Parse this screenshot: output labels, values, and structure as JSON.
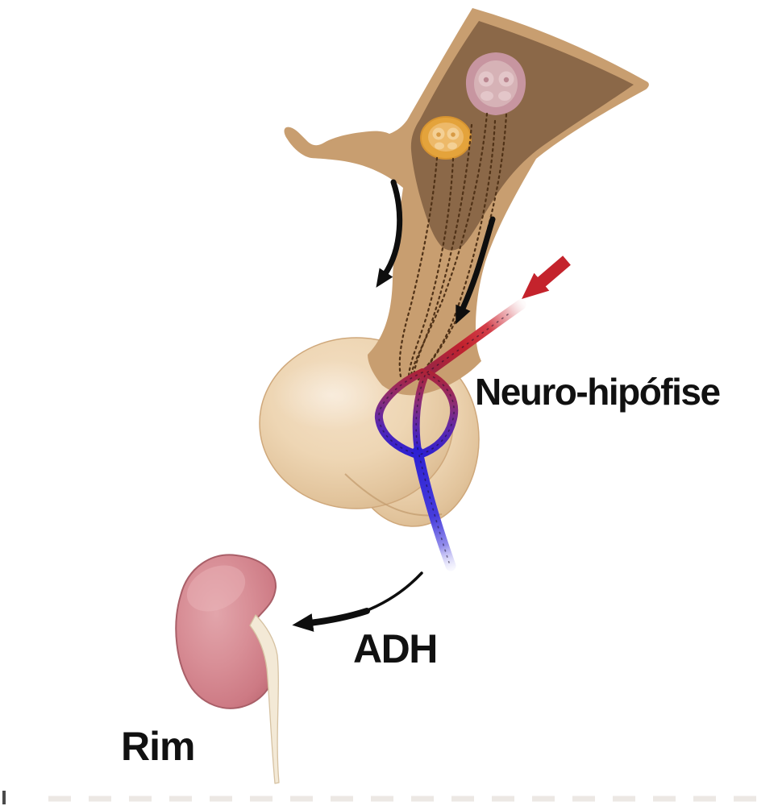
{
  "figure": {
    "type": "anatomy-diagram",
    "language": "pt",
    "labels": {
      "neurohypophysis": "Neuro-hipófise",
      "hormone": "ADH",
      "kidney": "Rim"
    },
    "palette": {
      "background": "#ffffff",
      "brain_tissue": "#8b6848",
      "brain_border_tan": "#c89e70",
      "pituitary_gland": "#eed6b4",
      "nucleus_pink": "#c795a0",
      "nucleus_orange": "#e4a33b",
      "axon_dots": "#503217",
      "artery_red": "#c4232c",
      "capillary_purple": "#8c2c75",
      "vein_blue": "#2c20d2",
      "flow_arrows": "#0e0e0e",
      "kidney_pink": "#d5868e",
      "ureter_cream": "#f3e9d6",
      "label_text": "#111111"
    }
  }
}
